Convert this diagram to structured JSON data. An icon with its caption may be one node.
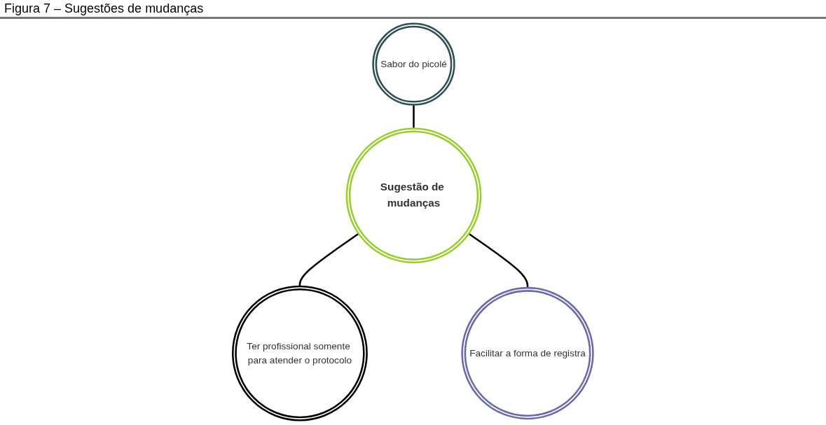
{
  "diagram": {
    "title": "Figura 7 – Sugestões de mudanças",
    "nodes": [
      {
        "text": [
          "Sabor do picolé"
        ]
      },
      {
        "text": [
          "Sugestão de mudanças"
        ]
      },
      {
        "text": [
          "Ter profissional somente para atender o protocolo"
        ]
      },
      {
        "text": [
          "Facilitar a forma de registra"
        ]
      }
    ],
    "edges": [
      {
        "from": 0,
        "to": 1,
        "arrow": "none"
      },
      {
        "from": 1,
        "to": 2,
        "arrow": "none"
      },
      {
        "from": 1,
        "to": 3,
        "arrow": "none"
      }
    ]
  }
}
